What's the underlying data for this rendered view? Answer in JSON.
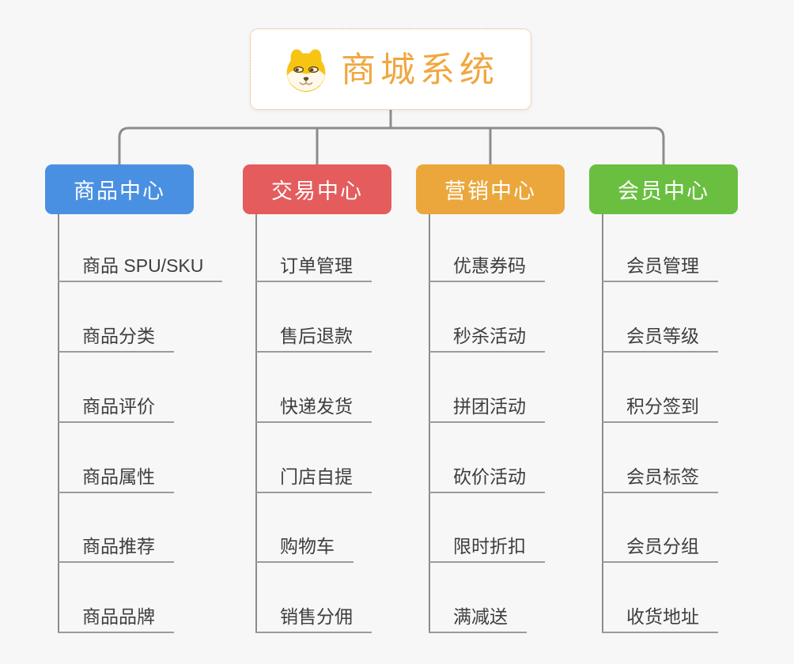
{
  "root": {
    "title": "商城系统",
    "icon": "shiba-dog-icon"
  },
  "branches": [
    {
      "label": "商品中心",
      "color": "#4a90e2",
      "children": [
        "商品 SPU/SKU",
        "商品分类",
        "商品评价",
        "商品属性",
        "商品推荐",
        "商品品牌"
      ]
    },
    {
      "label": "交易中心",
      "color": "#e45c5c",
      "children": [
        "订单管理",
        "售后退款",
        "快递发货",
        "门店自提",
        "购物车",
        "销售分佣"
      ]
    },
    {
      "label": "营销中心",
      "color": "#eba73b",
      "children": [
        "优惠券码",
        "秒杀活动",
        "拼团活动",
        "砍价活动",
        "限时折扣",
        "满减送"
      ]
    },
    {
      "label": "会员中心",
      "color": "#6abf40",
      "children": [
        "会员管理",
        "会员等级",
        "积分签到",
        "会员标签",
        "会员分组",
        "收货地址"
      ]
    }
  ],
  "palette": {
    "background": "#f7f7f7",
    "connector": "#8c8c8c",
    "leaf_underline": "#9b9b9b",
    "leaf_text": "#3e3e3e",
    "root_border": "#f0a35c",
    "root_title": "#f0a73f",
    "header_text": "#ffffff"
  }
}
